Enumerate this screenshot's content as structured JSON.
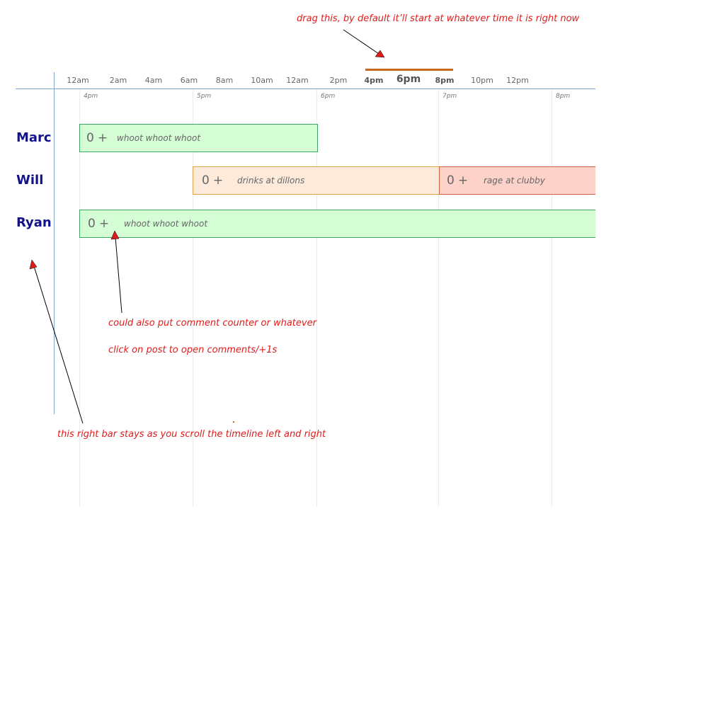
{
  "timeline": {
    "hours": [
      "12am",
      "2am",
      "4am",
      "6am",
      "8am",
      "10am",
      "12am",
      "2pm",
      "4pm",
      "6pm",
      "8pm",
      "10pm",
      "12pm"
    ],
    "subticks": [
      "4pm",
      "5pm",
      "6pm",
      "7pm",
      "8pm"
    ]
  },
  "people": [
    {
      "name": "Marc"
    },
    {
      "name": "Will"
    },
    {
      "name": "Ryan"
    }
  ],
  "posts": [
    {
      "person": "Marc",
      "count": "0",
      "plus": "+",
      "text": "whoot whoot whoot",
      "color": "#d4fdd6"
    },
    {
      "person": "Will",
      "count": "0",
      "plus": "+",
      "text": "drinks at dillons",
      "color": "#fdeadb"
    },
    {
      "person": "Will",
      "count": "0",
      "plus": "+",
      "text": "rage at clubby",
      "color": "#fdd2c8"
    },
    {
      "person": "Ryan",
      "count": "0",
      "plus": "+",
      "text": "whoot whoot whoot",
      "color": "#d4fdd6"
    }
  ],
  "annotations": {
    "drag": "drag this, by default it’ll start at whatever time it is right now",
    "counter": "could also put comment counter or whatever",
    "click": "click on post to open comments/+1s",
    "sidebar": "this right bar stays as you scroll the timeline left and right"
  },
  "colors": {
    "annotation": "#e01b1b",
    "person_name": "#12128e",
    "drag_handle": "#c8681e",
    "axis_line": "#7fa7d0"
  }
}
